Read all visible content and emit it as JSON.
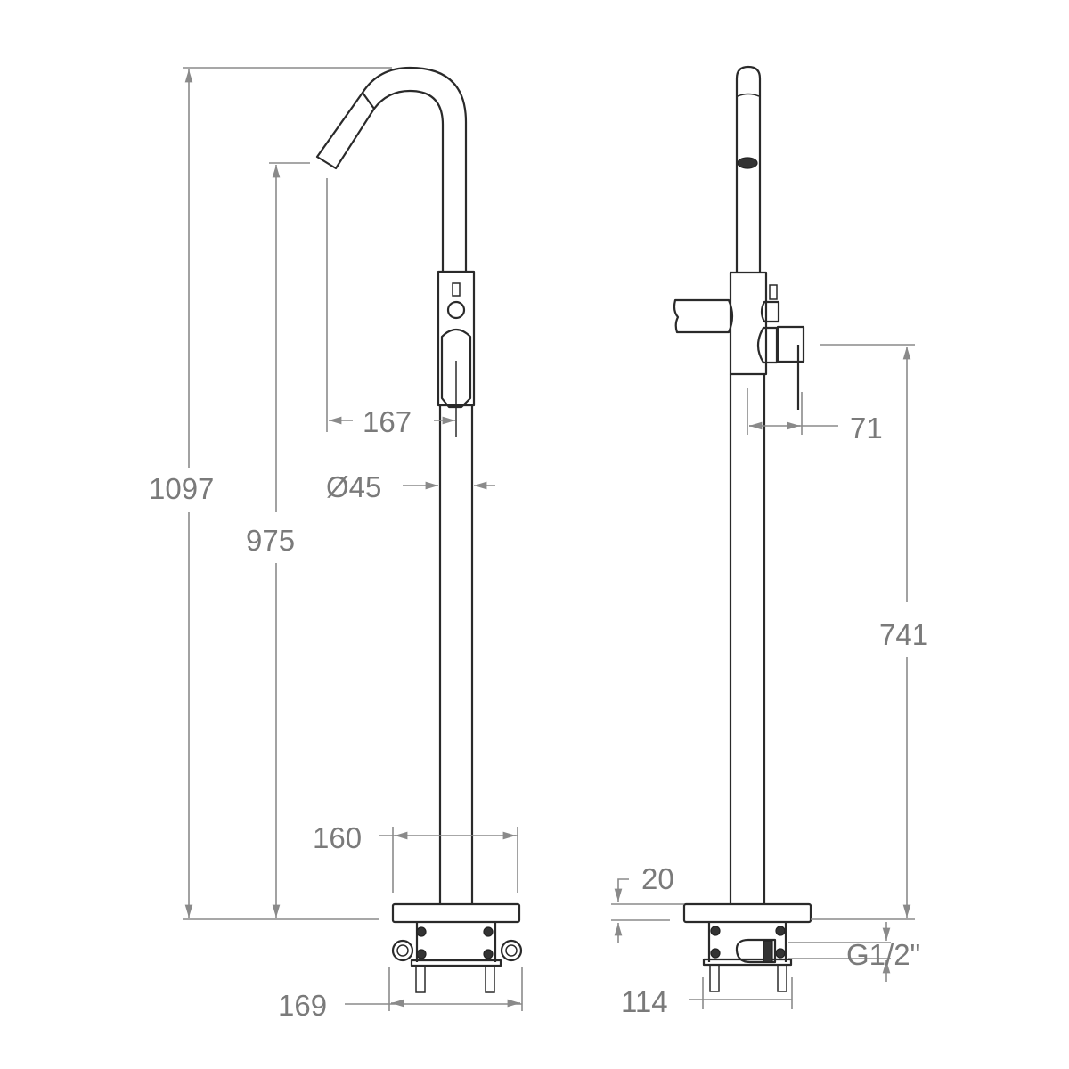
{
  "drawing": {
    "title": "Freestanding bath mixer dimension drawing",
    "views": [
      "front-view",
      "side-view"
    ],
    "units": "mm",
    "line_color": "#2a2a2a",
    "dimension_color": "#8a8a8a"
  },
  "dimensions": {
    "overall_height": "1097",
    "spout_outlet_height": "975",
    "spout_reach": "167",
    "body_diameter": "Ø45",
    "base_plate_width": "160",
    "mounting_bracket_width": "169",
    "lever_projection": "71",
    "handshower_holder_height": "741",
    "base_plate_thickness": "20",
    "inlet_connection": "G1/2\"",
    "inlet_spacing": "114"
  }
}
